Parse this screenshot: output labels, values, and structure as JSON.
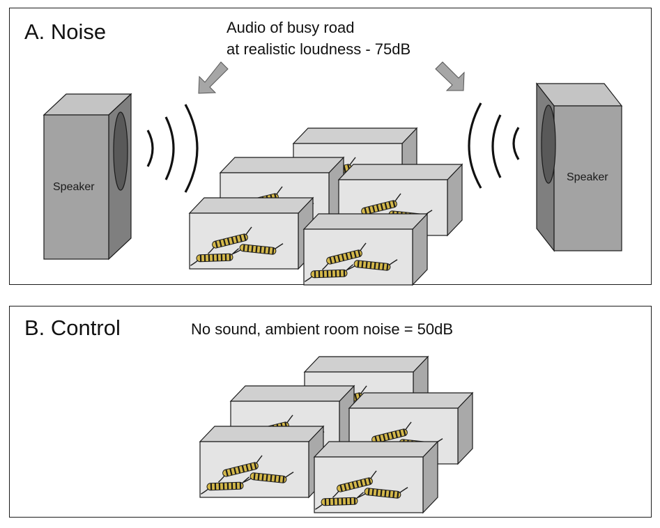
{
  "panel_a": {
    "title": "A. Noise",
    "caption_line1": "Audio of busy road",
    "caption_line2": "at realistic loudness - 75dB",
    "speaker_left_label": "Speaker",
    "speaker_right_label": "Speaker"
  },
  "panel_b": {
    "title": "B. Control",
    "caption": "No sound, ambient room noise = 50dB"
  },
  "colors": {
    "speaker_front": "#a3a3a3",
    "speaker_side": "#7f7f7f",
    "speaker_top": "#c4c4c4",
    "speaker_cone": "#595959",
    "arrow": "#a6a6a6",
    "box_front": "#e4e4e4",
    "box_side": "#a9a9a9",
    "box_top": "#d0d0d0",
    "caterpillar_yellow": "#d4b84a",
    "caterpillar_black": "#1c1c1c"
  }
}
